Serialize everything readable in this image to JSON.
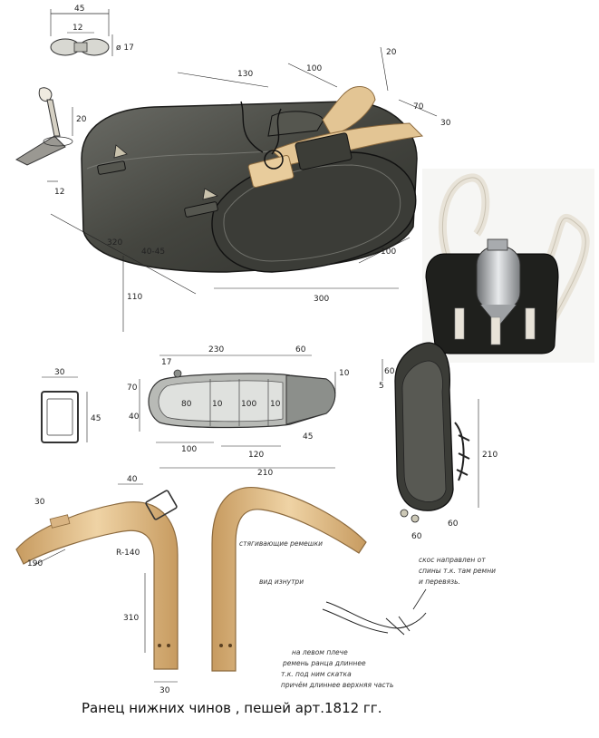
{
  "caption": "Ранец нижних чинов , пешей арт.1812 гг.",
  "top_view": {
    "dimensions": {
      "button_width": "45",
      "button_inner": "12",
      "button_diameter": "ø 17",
      "peg_height": "20",
      "peg_width": "12",
      "width_130": "130",
      "width_100": "100",
      "strap_20": "20",
      "strap_70": "70",
      "strap_30": "30",
      "length_320": "320",
      "loop_40_45": "40-45",
      "height_110": "110",
      "length_300": "300",
      "depth_100": "100"
    }
  },
  "section_view": {
    "dimensions": {
      "buckle_30": "30",
      "buckle_45": "45",
      "top_230": "230",
      "top_60": "60",
      "left_17": "17",
      "left_70": "70",
      "left_40": "40",
      "inner_80": "80",
      "inner_10": "10",
      "inner_100": "100",
      "inner_10b": "10",
      "right_10": "10",
      "bottom_100": "100",
      "bottom_120": "120",
      "bottom_45": "45",
      "bottom_210": "210"
    }
  },
  "side_view": {
    "dimensions": {
      "top_60": "60",
      "left_5": "5",
      "height_210": "210",
      "bottom_60a": "60",
      "bottom_60b": "60"
    }
  },
  "straps": {
    "dimensions": {
      "top_40": "40",
      "left_30": "30",
      "left_190": "190",
      "radius": "R-140",
      "length_310": "310",
      "bottom_30": "30"
    },
    "notes": {
      "ties": "стягивающие ремешки",
      "inside": "вид изнутри",
      "shoulder_left": "на левом плече",
      "shoulder_line2": "ремень ранца длиннее",
      "shoulder_line3": "т.к. под ним скатка",
      "shoulder_line4": "причём длиннее верхняя часть",
      "bevel_line1": "скос направлен от",
      "bevel_line2": "спины т.к. там ремни",
      "bevel_line3": "и перевязь."
    }
  },
  "colors": {
    "leather_dark": "#3f3f3a",
    "leather_mid": "#5a5b55",
    "strap_tan": "#e6c593",
    "strap_edge": "#b98a52",
    "ink": "#222222"
  }
}
